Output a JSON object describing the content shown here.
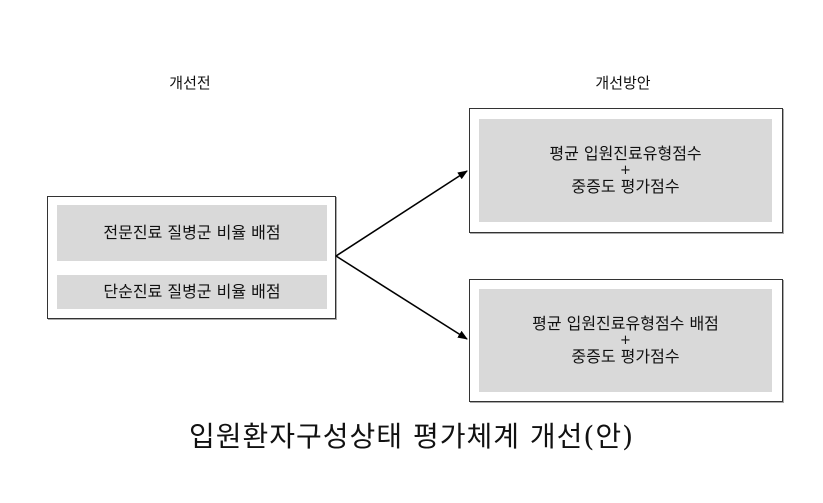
{
  "before": {
    "label": "개선전",
    "items": [
      "전문진료 질병군 비율 배점",
      "단순진료 질병군 비율 배점"
    ]
  },
  "after": {
    "label": "개선방안",
    "options": [
      {
        "line1": "평균 입원진료유형점수",
        "plus": "+",
        "line2": "중증도 평가점수"
      },
      {
        "line1": "평균 입원진료유형점수 배점",
        "plus": "+",
        "line2": "중증도 평가점수"
      }
    ]
  },
  "caption": "입원환자구성상태 평가체계 개선(안)"
}
